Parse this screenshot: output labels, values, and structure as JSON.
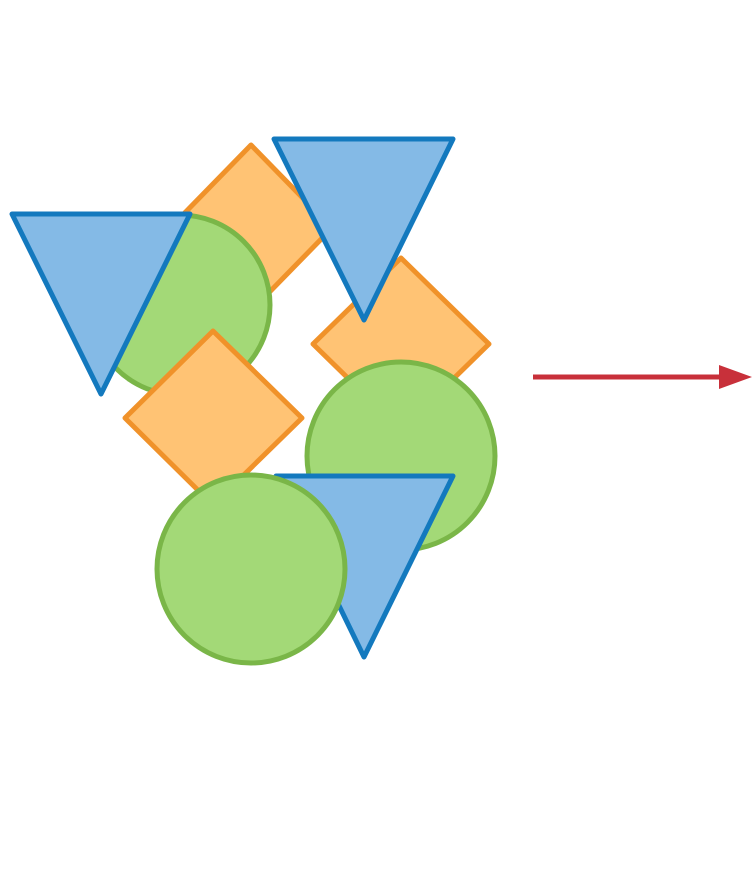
{
  "diagram": {
    "colors": {
      "orange_fill": "#FFC374",
      "orange_stroke": "#F0922A",
      "green_fill": "#A3D977",
      "green_stroke": "#7AB648",
      "blue_fill": "#84BAE6",
      "blue_stroke": "#1379BE",
      "arrow": "#C8303A"
    },
    "shapes": [
      "diamond",
      "circle",
      "triangle",
      "diamond",
      "triangle",
      "diamond",
      "circle",
      "triangle",
      "circle"
    ],
    "arrow_direction": "right"
  }
}
